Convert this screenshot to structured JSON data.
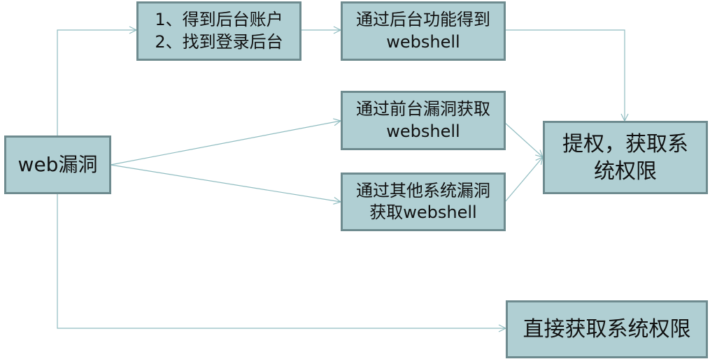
{
  "colors": {
    "box_fill": "#b0cfd3",
    "box_border": "#6e8b8f",
    "connector": "#8fbcc0"
  },
  "nodes": {
    "web": "web漏洞",
    "backend_account": "1、得到后台账户\n2、找到登录后台",
    "backend_feature": "通过后台功能得到\nwebshell",
    "frontend_vuln": "通过前台漏洞获取\nwebshell",
    "other_system": "通过其他系统漏洞\n获取webshell",
    "privilege": "提权，获取系\n统权限",
    "direct": "直接获取系统权限"
  }
}
